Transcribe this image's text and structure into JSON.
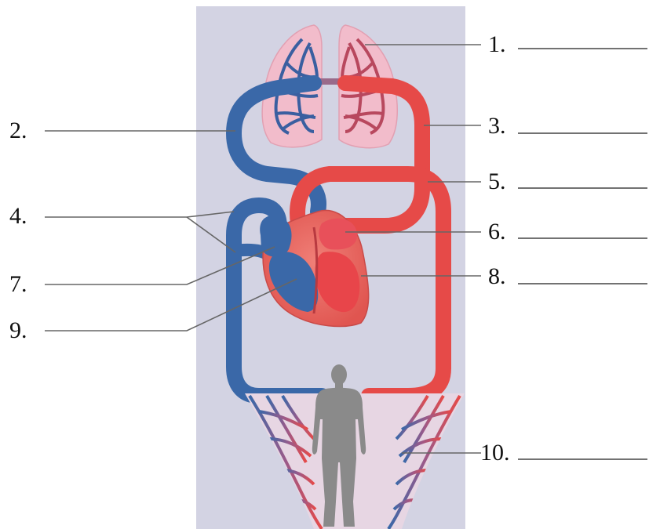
{
  "labels": [
    {
      "id": "1",
      "text": "1."
    },
    {
      "id": "2",
      "text": "2."
    },
    {
      "id": "3",
      "text": "3."
    },
    {
      "id": "4",
      "text": "4."
    },
    {
      "id": "5",
      "text": "5."
    },
    {
      "id": "6",
      "text": "6."
    },
    {
      "id": "7",
      "text": "7."
    },
    {
      "id": "8",
      "text": "8."
    },
    {
      "id": "9",
      "text": "9."
    },
    {
      "id": "10",
      "text": "10."
    }
  ],
  "colors": {
    "panel": "#d3d3e3",
    "deoxygenated": "#3a68a8",
    "oxygenated": "#e64a48",
    "lung": "#f2bccb",
    "heart": "#ee6a62",
    "human_silhouette": "#8a8a8a",
    "leader_line": "#666666"
  },
  "icons": {
    "lungs": "lungs-icon",
    "heart": "heart-icon",
    "body": "human-silhouette-icon"
  }
}
